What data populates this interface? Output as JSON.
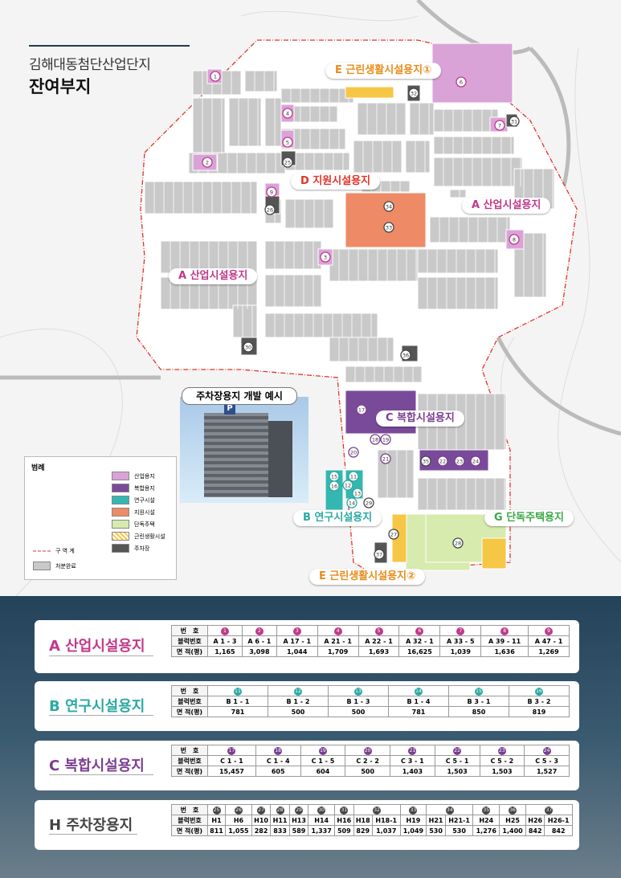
{
  "header": {
    "subtitle": "김해대동첨단산업단지",
    "title": "잔여부지"
  },
  "zones": {
    "e1": "E 근린생활시설용지①",
    "d": "D 지원시설용지",
    "a_right": "A 산업시설용지",
    "a_left": "A 산업시설용지",
    "c": "C 복합시설용지",
    "b": "B 연구시설용지",
    "g": "G 단독주택용지",
    "e2": "E 근린생활시설용지②"
  },
  "photo": {
    "title": "주차장용지 개발 예시",
    "sign": "P"
  },
  "legend": {
    "title": "범례",
    "items": [
      {
        "label": "산업용지",
        "color": "#d9a3d8"
      },
      {
        "label": "복합용지",
        "color": "#7a4a9a"
      },
      {
        "label": "연구시설",
        "color": "#34b7b0"
      },
      {
        "label": "지원시설",
        "color": "#ee8a66"
      },
      {
        "label": "단독주택",
        "color": "#d6ebad"
      },
      {
        "label": "근린생활시설",
        "color": "#f6c645"
      },
      {
        "label": "주차장",
        "color": "#555555"
      }
    ],
    "boundary": "구 역 계",
    "sold": "처분완료"
  },
  "colors": {
    "industrial": "#c0398a",
    "research": "#2aa9a3",
    "complex": "#7a3d90",
    "parking": "#444444",
    "support": "#e8794f",
    "retail": "#f39c24",
    "housing": "#3aa846"
  },
  "tables": {
    "row_labels": {
      "no": "번　호",
      "block": "블럭번호",
      "area": "면 적(평)"
    },
    "a": {
      "title": "A 산업시설용지",
      "nos": [
        "1",
        "2",
        "3",
        "4",
        "5",
        "6",
        "7",
        "8",
        "9"
      ],
      "blocks": [
        "A 1 - 3",
        "A 6 - 1",
        "A 17 - 1",
        "A 21 - 1",
        "A 22 - 1",
        "A 32 - 1",
        "A 33 - 5",
        "A 39 - 11",
        "A 47 - 1"
      ],
      "areas": [
        "1,165",
        "3,098",
        "1,044",
        "1,709",
        "1,693",
        "16,625",
        "1,039",
        "1,636",
        "1,269"
      ]
    },
    "b": {
      "title": "B 연구시설용지",
      "nos": [
        "11",
        "12",
        "13",
        "14",
        "15",
        "16"
      ],
      "blocks": [
        "B 1 - 1",
        "B 1 - 2",
        "B 1 - 3",
        "B 1 - 4",
        "B 3 - 1",
        "B 3 - 2"
      ],
      "areas": [
        "781",
        "500",
        "500",
        "781",
        "850",
        "819"
      ]
    },
    "c": {
      "title": "C 복합시설용지",
      "nos": [
        "17",
        "18",
        "19",
        "20",
        "21",
        "22",
        "23",
        "24"
      ],
      "blocks": [
        "C 1 - 1",
        "C 1 - 4",
        "C 1 - 5",
        "C 2 - 2",
        "C 3 - 1",
        "C 5 - 1",
        "C 5 - 2",
        "C 5 - 3"
      ],
      "areas": [
        "15,457",
        "605",
        "604",
        "500",
        "1,403",
        "1,503",
        "1,503",
        "1,527"
      ]
    },
    "h": {
      "title": "H 주차장용지",
      "nos": [
        "25",
        "26",
        "27",
        "28",
        "29",
        "30",
        "31",
        "32",
        "33",
        "34",
        "35",
        "36",
        "37"
      ],
      "blocks": [
        "H1",
        "H6",
        "H10",
        "H11",
        "H13",
        "H14",
        "H16",
        "H18",
        "H18-1",
        "H19",
        "H21",
        "H21-1",
        "H24",
        "H25",
        "H26",
        "H26-1"
      ],
      "areas": [
        "811",
        "1,055",
        "282",
        "833",
        "589",
        "1,337",
        "509",
        "829",
        "1,037",
        "1,049",
        "530",
        "530",
        "1,276",
        "1,400",
        "842",
        "842"
      ]
    }
  }
}
